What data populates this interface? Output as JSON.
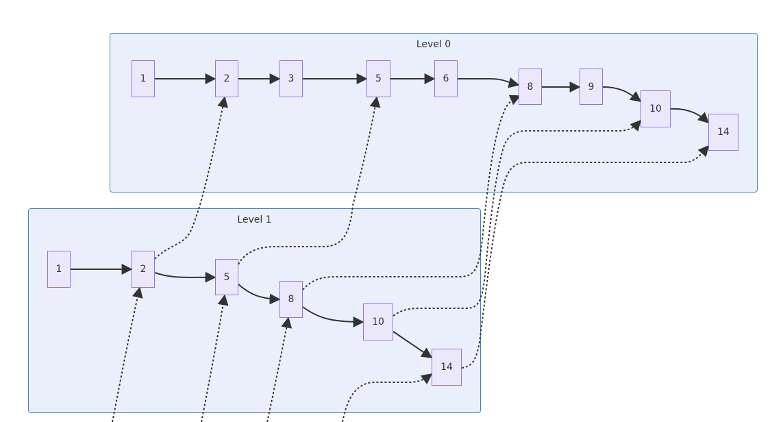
{
  "clusters": {
    "level0": {
      "title": "Level 0"
    },
    "level1": {
      "title": "Level 1"
    }
  },
  "level0_nodes": [
    "1",
    "2",
    "3",
    "5",
    "6",
    "8",
    "9",
    "10",
    "14"
  ],
  "level1_nodes": [
    "1",
    "2",
    "5",
    "8",
    "10",
    "14"
  ],
  "colors": {
    "cluster_fill": "#eaf0fb",
    "cluster_border": "#4a7fc1",
    "node_fill": "#ece8fc",
    "node_border": "#9370db",
    "edge": "#333333"
  }
}
